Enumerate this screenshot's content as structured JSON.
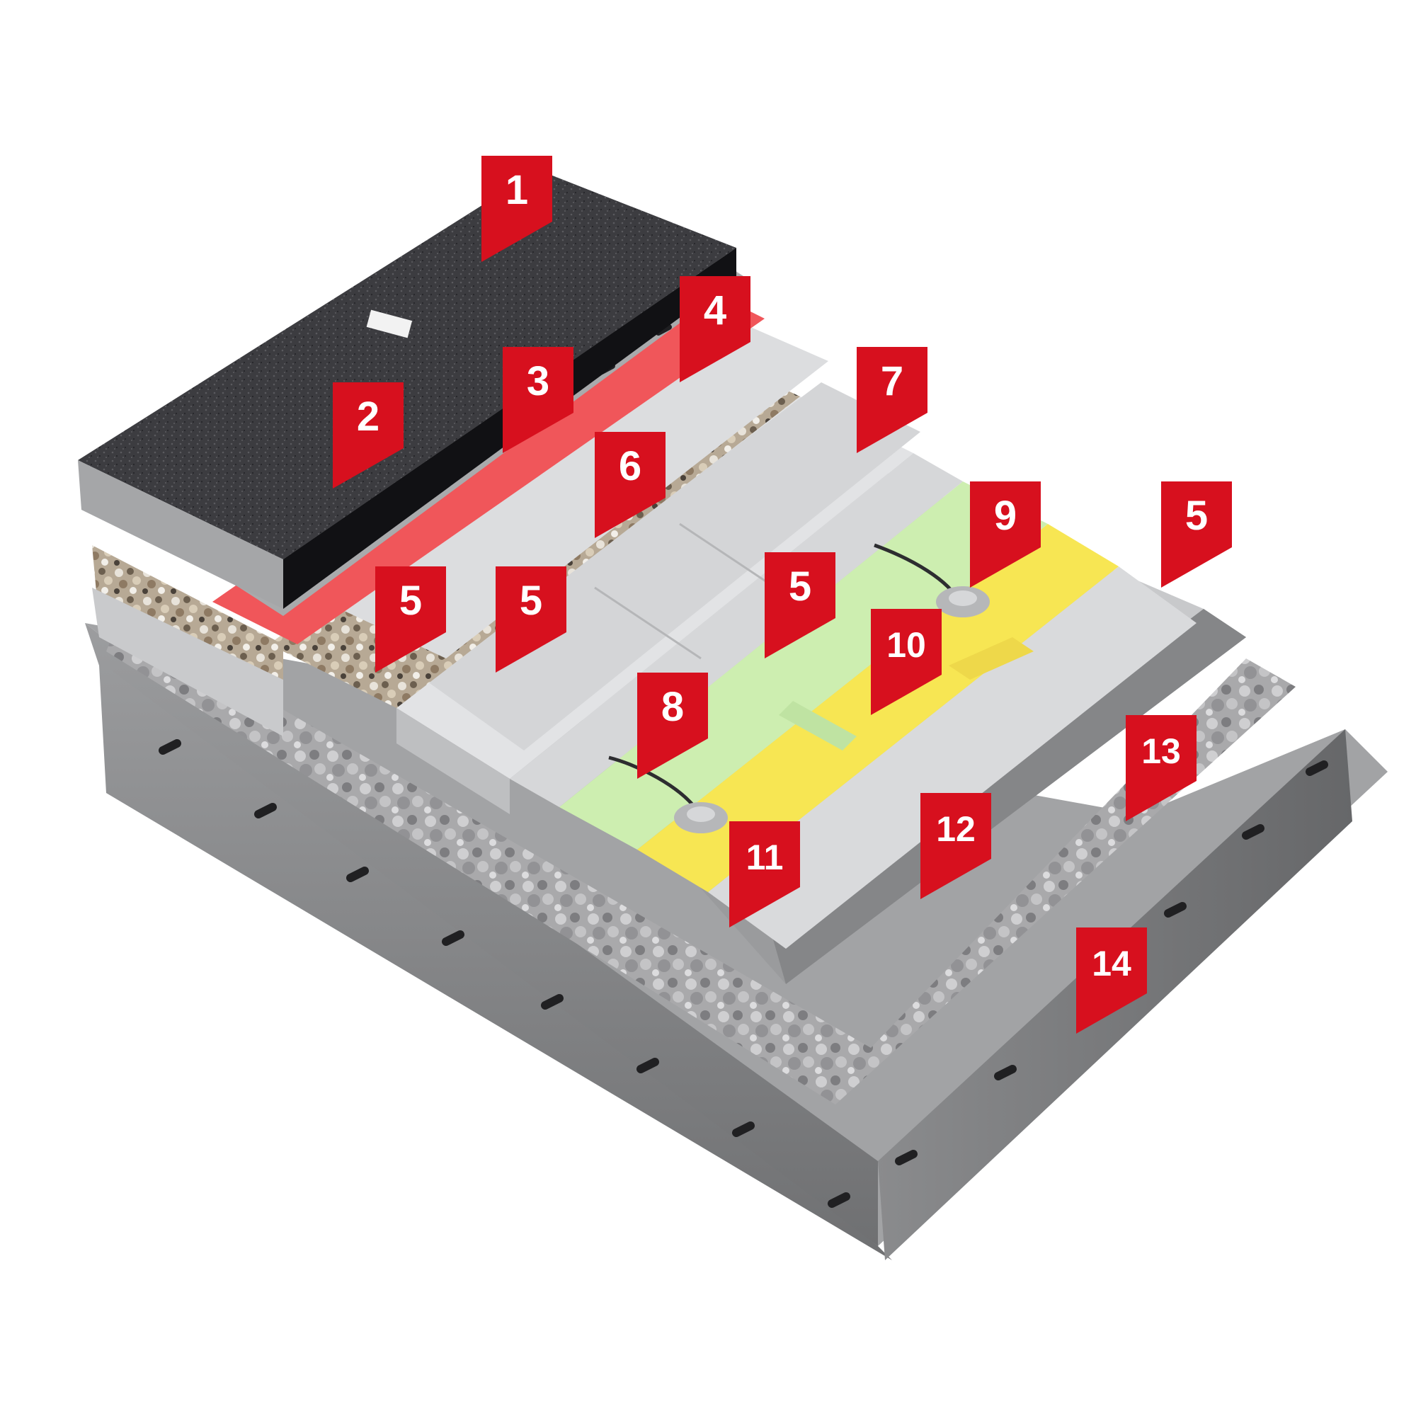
{
  "colors": {
    "accent_red": "#d7101e",
    "tag_text": "#ffffff",
    "asphalt": "#3b3b3e",
    "concrete": "#8f9092",
    "membrane_red": "#f0565a",
    "membrane_green": "#cdeeb0",
    "membrane_yellow": "#f7e653",
    "board_grey": "#d3d4d6",
    "gravel": "#b6a792"
  },
  "markers": [
    {
      "label": "1"
    },
    {
      "label": "2"
    },
    {
      "label": "3"
    },
    {
      "label": "4"
    },
    {
      "label": "5"
    },
    {
      "label": "5"
    },
    {
      "label": "6"
    },
    {
      "label": "7"
    },
    {
      "label": "5"
    },
    {
      "label": "9"
    },
    {
      "label": "5"
    },
    {
      "label": "10"
    },
    {
      "label": "8"
    },
    {
      "label": "11"
    },
    {
      "label": "12"
    },
    {
      "label": "13"
    },
    {
      "label": "14"
    }
  ]
}
